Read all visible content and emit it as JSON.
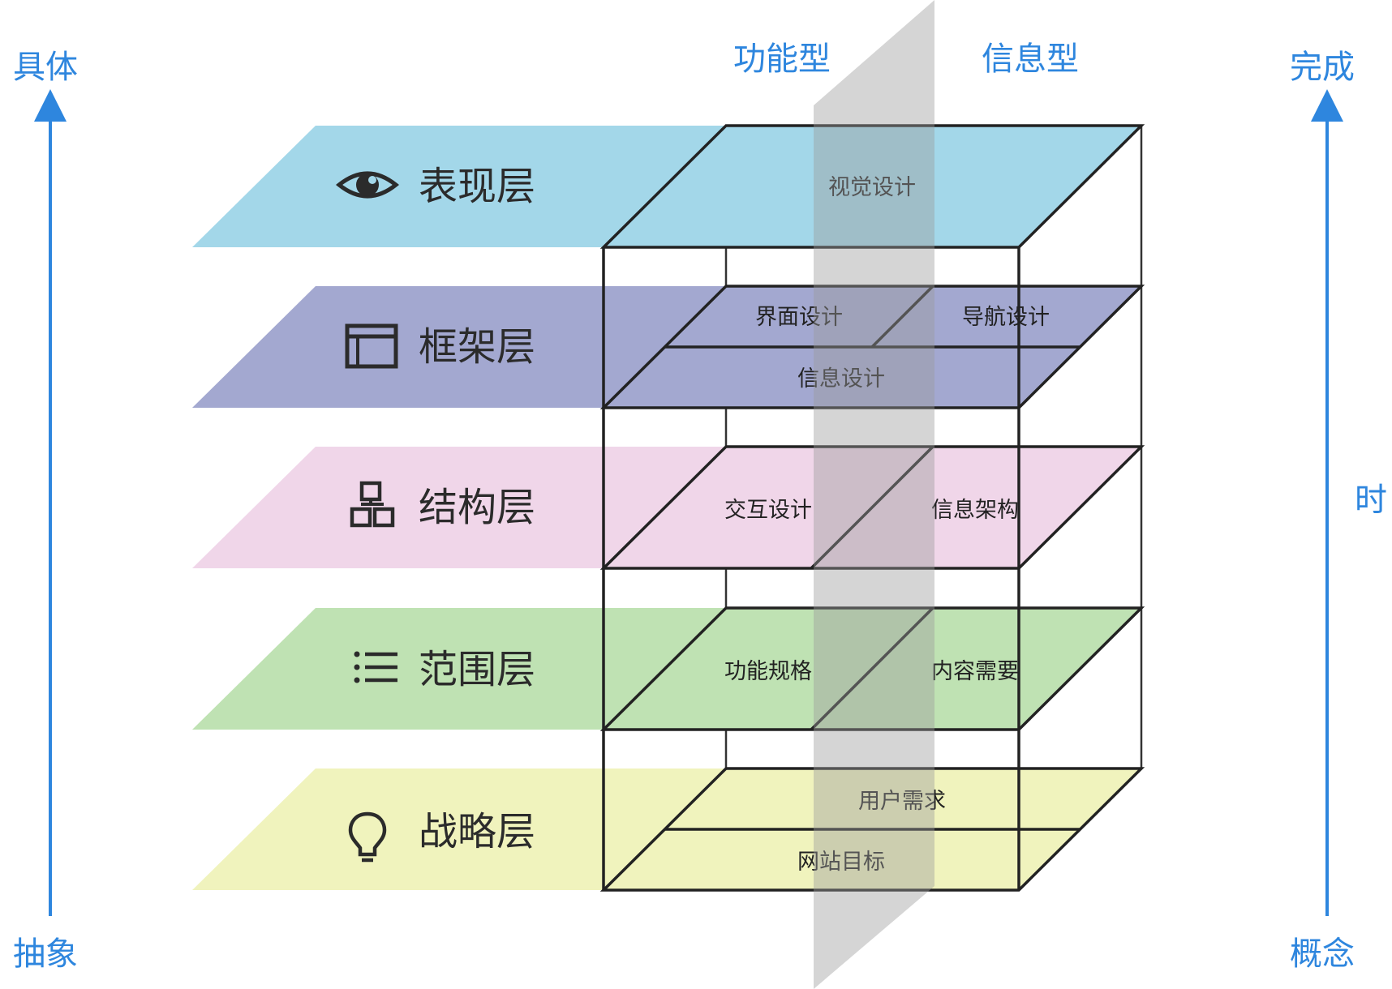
{
  "axis": {
    "left_top": "具体",
    "left_bottom": "抽象",
    "right_top": "完成",
    "right_middle": "时",
    "right_bottom": "概念"
  },
  "columns": {
    "functional": "功能型",
    "informational": "信息型"
  },
  "layers": [
    {
      "name": "表现层",
      "icon": "eye-icon",
      "color": "#a3d7e9",
      "cells": [
        "视觉设计"
      ]
    },
    {
      "name": "框架层",
      "icon": "window-icon",
      "color": "#a3a8d0",
      "cells": [
        "界面设计",
        "导航设计",
        "信息设计"
      ]
    },
    {
      "name": "结构层",
      "icon": "hierarchy-icon",
      "color": "#f0d6e9",
      "cells": [
        "交互设计",
        "信息架构"
      ]
    },
    {
      "name": "范围层",
      "icon": "list-icon",
      "color": "#bfe2b3",
      "cells": [
        "功能规格",
        "内容需要"
      ]
    },
    {
      "name": "战略层",
      "icon": "lightbulb-icon",
      "color": "#f0f3bd",
      "cells": [
        "用户需求",
        "网站目标"
      ]
    }
  ],
  "colors": {
    "axis_blue": "#2e86de",
    "divider_gray": "#9c9c9c"
  }
}
